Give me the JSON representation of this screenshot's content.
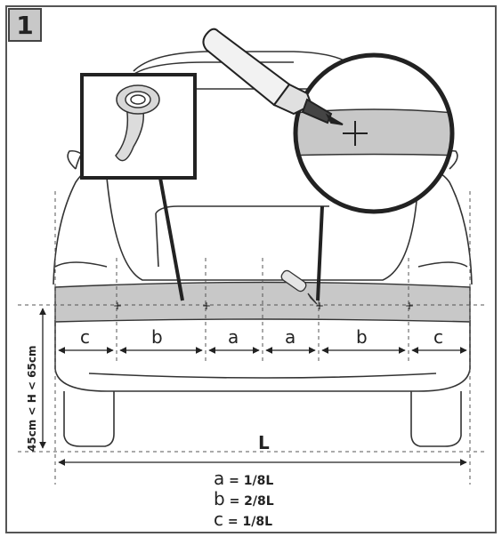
{
  "step_number": "1",
  "dimension_labels": {
    "c_left": "c",
    "b_left": "b",
    "a_left": "a",
    "a_right": "a",
    "b_right": "b",
    "c_right": "c"
  },
  "width_label": "L",
  "height_label": "45cm < H < 65cm",
  "formulas": [
    {
      "symbol": "a",
      "eq": " = 1/8L"
    },
    {
      "symbol": "b",
      "eq": " = 2/8L"
    },
    {
      "symbol": "c",
      "eq": " = 1/8L"
    }
  ],
  "icons": [
    "tape-roll-icon",
    "marker-pen-icon",
    "crosshair-icon"
  ],
  "colors": {
    "band": "#c8c8c8",
    "line": "#333333",
    "frame": "#555555"
  }
}
